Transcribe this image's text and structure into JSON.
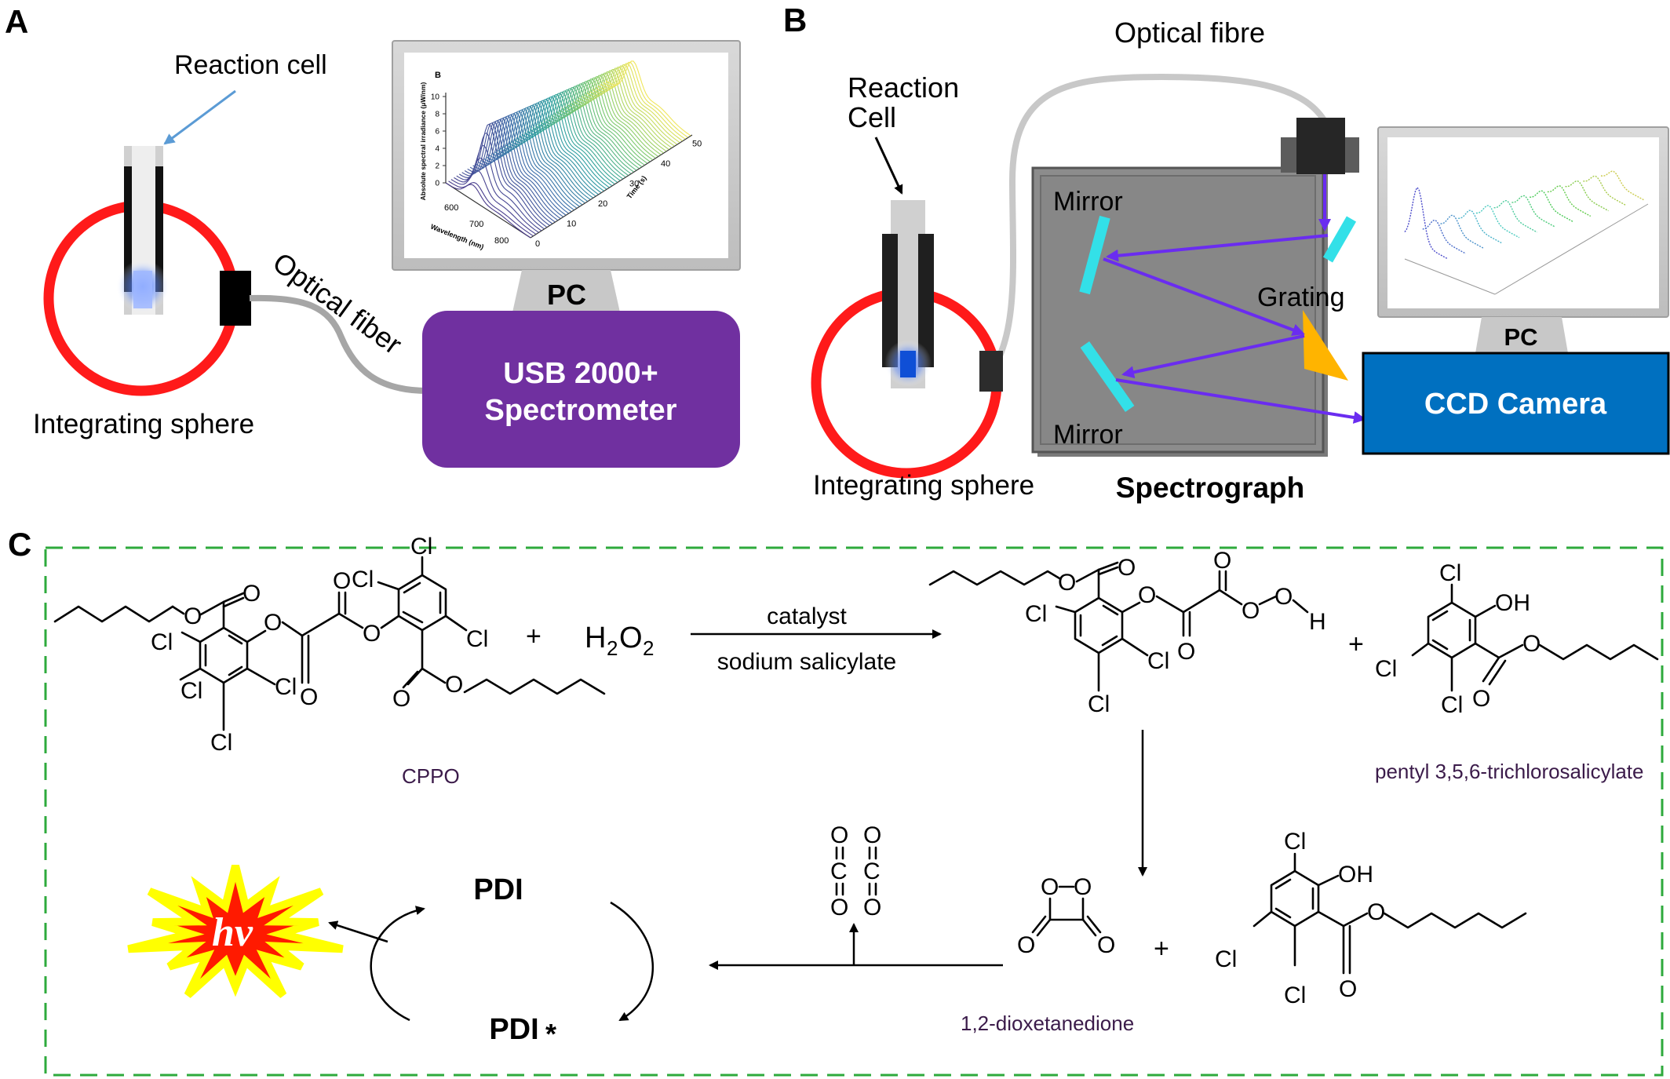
{
  "panels": {
    "a": {
      "letter": "A",
      "reaction_cell": "Reaction cell",
      "integrating_sphere": "Integrating sphere",
      "optical_fiber": "Optical fiber",
      "pc": "PC",
      "spectrometer_line1": "USB 2000+",
      "spectrometer_line2": "Spectrometer",
      "inset": {
        "letter": "B",
        "ylabel": "Absolute spectral irradiance (μW/nm)",
        "xlabel": "Wavelength (nm)",
        "zlabel": "Time (s)",
        "y_ticks": [
          "0",
          "2",
          "4",
          "6",
          "8",
          "10"
        ],
        "x_ticks": [
          "600",
          "700",
          "800"
        ],
        "z_ticks": [
          "0",
          "10",
          "20",
          "30",
          "40",
          "50"
        ]
      }
    },
    "b": {
      "letter": "B",
      "optical_fibre": "Optical fibre",
      "reaction_cell_line1": "Reaction",
      "reaction_cell_line2": "Cell",
      "mirror_top": "Mirror",
      "mirror_bottom": "Mirror",
      "grating": "Grating",
      "pc": "PC",
      "ccd": "CCD Camera",
      "integrating_sphere": "Integrating sphere",
      "spectrograph": "Spectrograph"
    },
    "c": {
      "letter": "C",
      "cppo": "CPPO",
      "h2o2": "H",
      "h2o2_sub1": "2",
      "h2o2_o": "O",
      "h2o2_sub2": "2",
      "catalyst": "catalyst",
      "sodium_salicylate": "sodium salicylate",
      "plus": "+",
      "product_name": "pentyl 3,5,6-trichlorosalicylate",
      "dioxetanedione": "1,2-dioxetanedione",
      "pdi": "PDI",
      "pdi_excited": "PDI",
      "star": "*",
      "hv": "hv",
      "atoms": {
        "cl": "Cl",
        "o": "O",
        "oh": "OH",
        "h": "H",
        "c": "C"
      }
    }
  },
  "colors": {
    "sphere": "#ff1a1a",
    "spectrometer": "#7030a0",
    "ccd": "#0070c0",
    "spectrograph": "#808080",
    "mirror": "#33e0e8",
    "grating": "#ffb400",
    "beam": "#6a2cf0",
    "dashed_border": "#2eaa3c",
    "starburst_fill": "#ff1a00",
    "starburst_edge": "#ffff00"
  }
}
